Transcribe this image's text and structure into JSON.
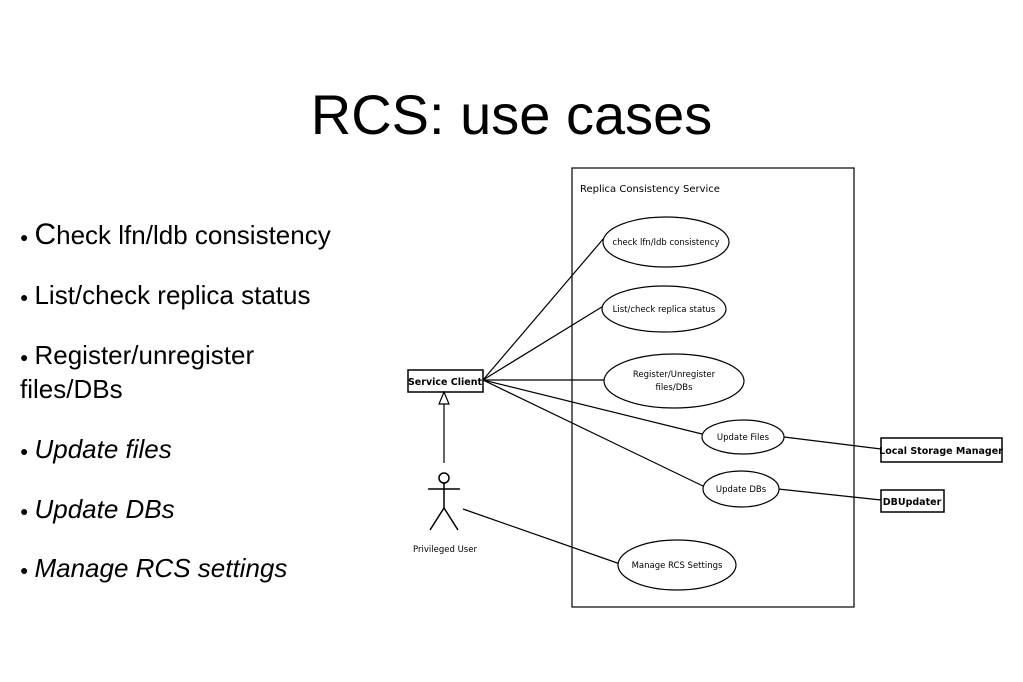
{
  "slide": {
    "title": "RCS: use cases"
  },
  "bullets": [
    {
      "first": "C",
      "rest": "heck lfn/ldb consistency",
      "italic": false
    },
    {
      "first": "",
      "rest": "List/check replica status",
      "italic": false
    },
    {
      "first": "",
      "rest": "Register/unregister",
      "rest2": "files/DBs",
      "italic": false
    },
    {
      "first": "",
      "rest": "Update files",
      "italic": true
    },
    {
      "first": "",
      "rest": "Update DBs",
      "italic": true
    },
    {
      "first": "",
      "rest": "Manage RCS settings",
      "italic": true
    }
  ],
  "diagram": {
    "system_label": "Replica Consistency Service",
    "actors": {
      "service_client": "Service Client",
      "privileged_user": "Privileged User",
      "local_storage_manager": "Local Storage Manager",
      "db_updater": "DBUpdater"
    },
    "use_cases": {
      "check": "check lfn/ldb consistency",
      "list": "List/check replica status",
      "register_line1": "Register/Unregister",
      "register_line2": "files/DBs",
      "update_files": "Update Files",
      "update_dbs": "Update DBs",
      "manage": "Manage RCS Settings"
    }
  }
}
